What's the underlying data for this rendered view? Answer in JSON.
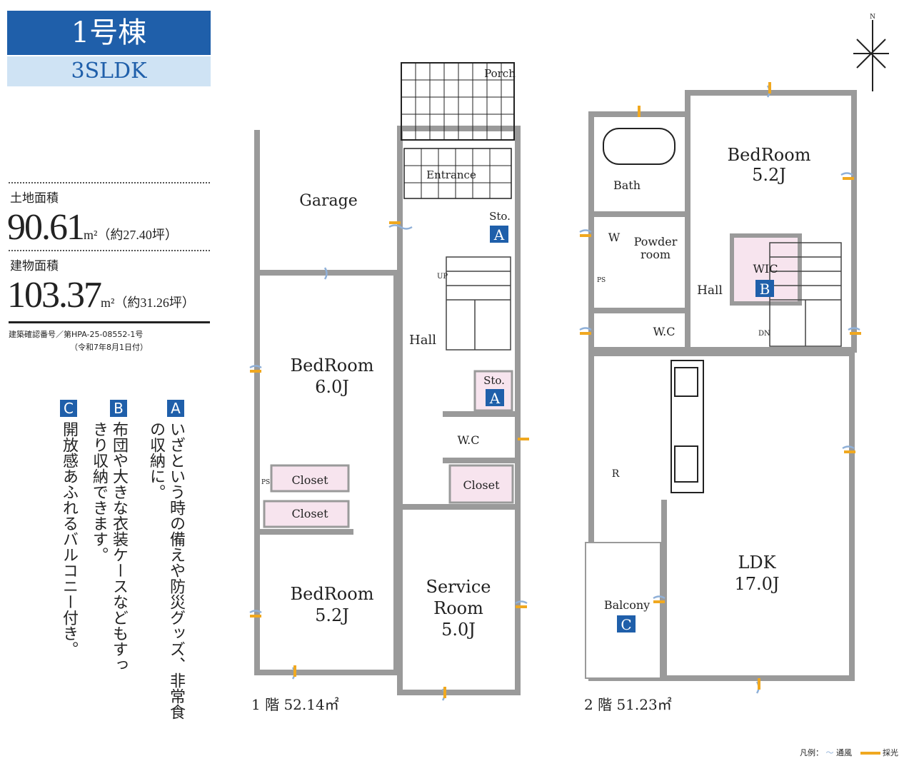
{
  "header": {
    "building": "1号棟",
    "layout": "3SLDK"
  },
  "land": {
    "label": "土地面積",
    "value": "90.61",
    "unit": "m²",
    "tsubo": "（約27.40坪）"
  },
  "building_area": {
    "label": "建物面積",
    "value": "103.37",
    "unit": "m²",
    "tsubo": "（約31.26坪）"
  },
  "permit": {
    "number": "建築確認番号／第HPA-25-08552-1号",
    "date": "（令和7年8月1日付）"
  },
  "notes": [
    {
      "badge": "A",
      "text": "いざという時の備えや防災グッズ、非常食の収納に。"
    },
    {
      "badge": "B",
      "text": "布団や大きな衣装ケースなどもすっきり収納できます。"
    },
    {
      "badge": "C",
      "text": "開放感あふれるバルコニー付き。"
    }
  ],
  "floor1": {
    "caption": "1 階 52.14㎡",
    "rooms": {
      "porch": "Porch",
      "entrance": "Entrance",
      "garage": "Garage",
      "sto1": "Sto.",
      "sto2": "Sto.",
      "hall": "Hall",
      "up": "UP",
      "bed1": "BedRoom",
      "bed1_size": "6.0J",
      "bed2": "BedRoom",
      "bed2_size": "5.2J",
      "closet1": "Closet",
      "closet2": "Closet",
      "closet3": "Closet",
      "ps": "PS",
      "wc": "W.C",
      "service": "Service",
      "service2": "Room",
      "service_size": "5.0J"
    }
  },
  "floor2": {
    "caption": "2 階 51.23㎡",
    "rooms": {
      "bath": "Bath",
      "w": "W",
      "powder": "Powder",
      "powder2": "room",
      "ps": "PS",
      "wc": "W.C",
      "hall": "Hall",
      "bed": "BedRoom",
      "bed_size": "5.2J",
      "wic": "WIC",
      "dn": "DN",
      "r": "R",
      "ldk": "LDK",
      "ldk_size": "17.0J",
      "balcony": "Balcony"
    }
  },
  "badges": {
    "a": "A",
    "b": "B",
    "c": "C"
  },
  "compass": {
    "north": "N"
  },
  "legend": {
    "label": "凡例：",
    "ventilation": "通風",
    "daylight": "採光"
  },
  "colors": {
    "brand": "#1f5faa",
    "light": "#cfe3f4",
    "wall": "#9a9a9a",
    "storage": "#f7e4ee",
    "vent": "#8fb0d8",
    "light_mark": "#f0a820"
  }
}
